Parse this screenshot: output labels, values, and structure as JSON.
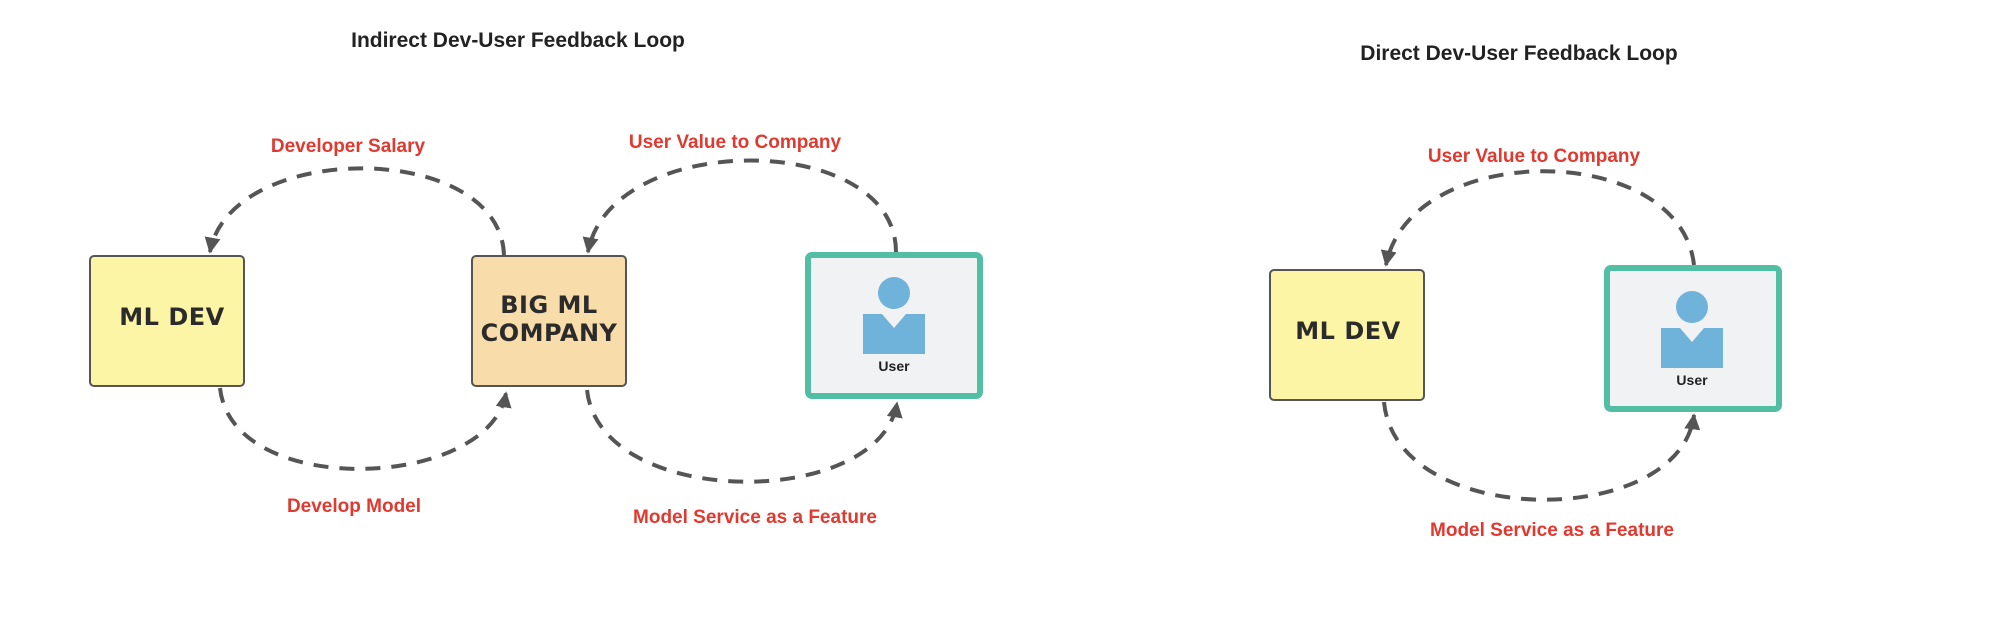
{
  "diagrams": {
    "indirect": {
      "title": "Indirect Dev-User Feedback Loop",
      "nodes": {
        "ml_dev": "ML DEV",
        "company_line1": "BIG ML",
        "company_line2": "COMPANY",
        "user": "User"
      },
      "edges": {
        "developer_salary": "Developer Salary",
        "develop_model": "Develop Model",
        "user_value": "User Value to Company",
        "model_service": "Model Service as a Feature"
      }
    },
    "direct": {
      "title": "Direct Dev-User Feedback Loop",
      "nodes": {
        "ml_dev": "ML DEV",
        "user": "User"
      },
      "edges": {
        "user_value": "User Value to Company",
        "model_service": "Model Service as a Feature"
      }
    }
  },
  "colors": {
    "edge_label": "#e03a30",
    "connector": "#555555",
    "ml_dev_fill": "#fdf5a6",
    "company_fill": "#f8dcaa",
    "user_border": "#52bfa5",
    "user_fill": "#f1f2f4",
    "user_icon": "#6fb2da"
  },
  "icons": {
    "user": "user-silhouette-icon",
    "arrowhead": "arrowhead-icon"
  }
}
